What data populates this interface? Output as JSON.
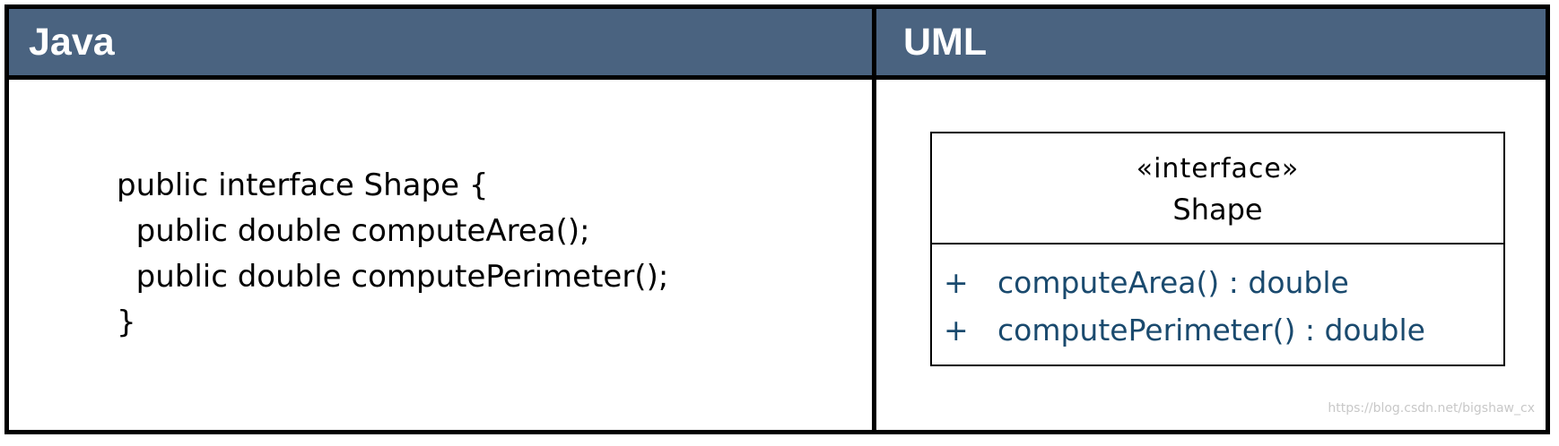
{
  "headers": {
    "left": "Java",
    "right": "UML"
  },
  "java_code": {
    "lines": [
      "public interface Shape {",
      "  public double computeArea();",
      "  public double computePerimeter();",
      "}"
    ]
  },
  "uml": {
    "stereotype": "«interface»",
    "class_name": "Shape",
    "operations": [
      {
        "visibility": "+",
        "signature": "computeArea() : double"
      },
      {
        "visibility": "+",
        "signature": "computePerimeter() : double"
      }
    ]
  },
  "watermark": "https://blog.csdn.net/bigshaw_cx"
}
